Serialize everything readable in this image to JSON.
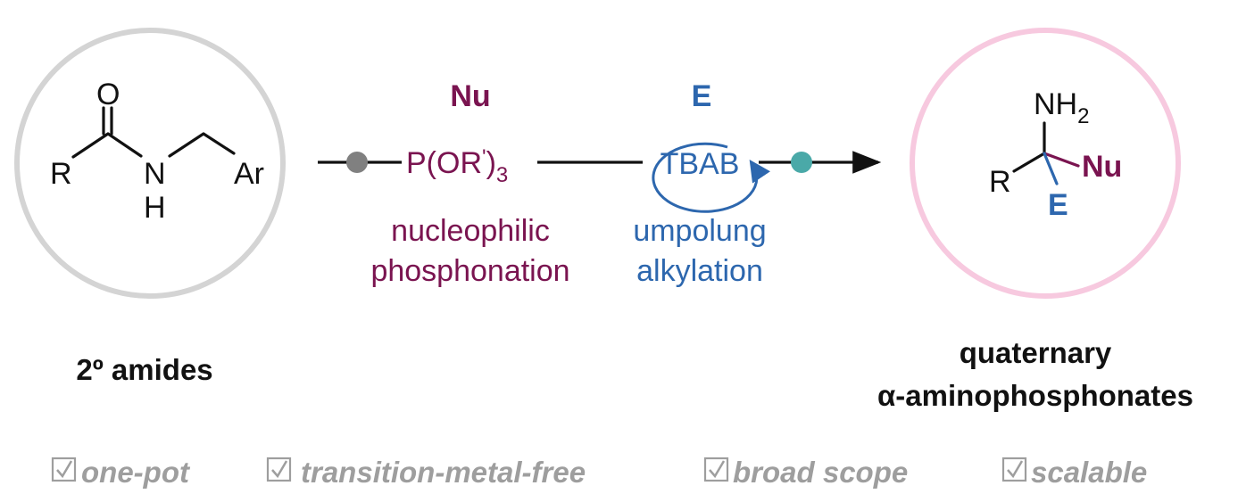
{
  "colors": {
    "nucleophile": "#7a1450",
    "electrophile": "#2d67ae",
    "gray_dot": "#808080",
    "teal_dot": "#4aa9a8",
    "left_circle": "#d4d4d4",
    "right_circle": "#f7c9df",
    "feature_text": "#9e9e9e"
  },
  "amide": {
    "O": "O",
    "R": "R",
    "N": "N",
    "H": "H",
    "Ar": "Ar",
    "caption": "2º amides"
  },
  "reagents": {
    "nu_label": "Nu",
    "phosphite": {
      "main": "P(OR",
      "prime": "'",
      "close": ")",
      "sub": "3"
    },
    "nu_step_line1": "nucleophilic",
    "nu_step_line2": "phosphonation",
    "e_label": "E",
    "catalyst": "TBAB",
    "e_step_line1": "umpolung",
    "e_step_line2": "alkylation"
  },
  "product": {
    "NH": "NH",
    "sub2": "2",
    "R": "R",
    "Nu": "Nu",
    "E": "E",
    "caption_line1": "quaternary",
    "caption_line2": "α-aminophosphonates"
  },
  "features": [
    "one-pot",
    "transition-metal-free",
    "broad scope",
    "scalable"
  ]
}
